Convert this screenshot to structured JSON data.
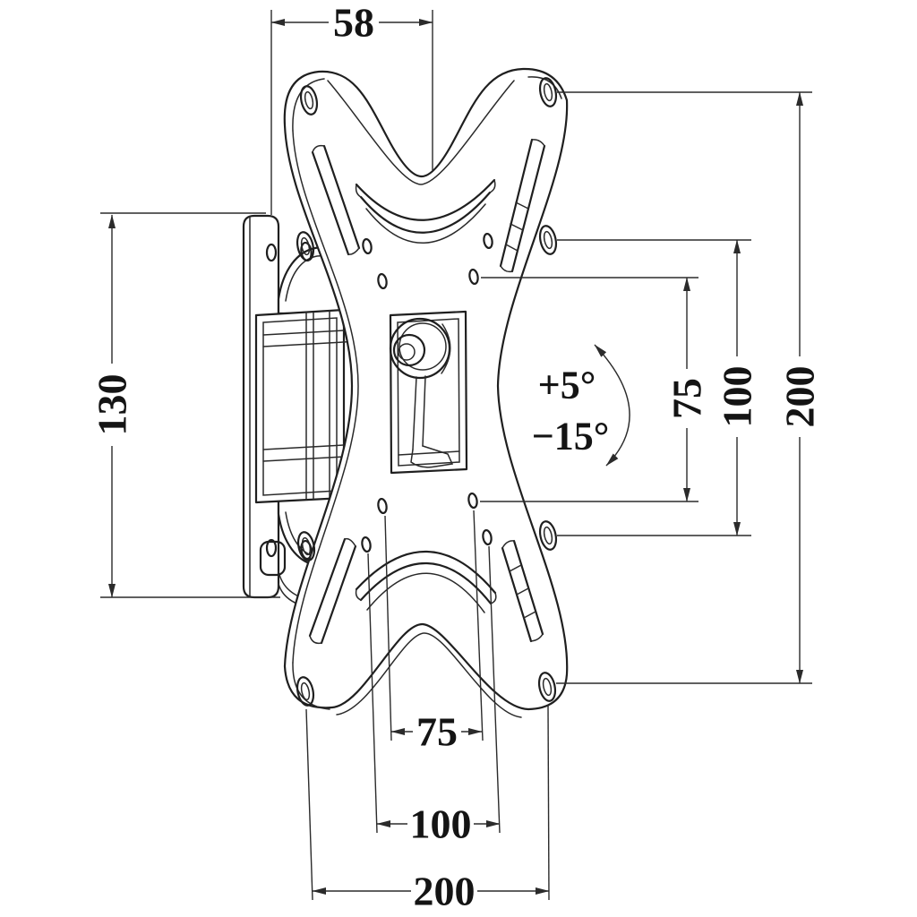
{
  "drawing": {
    "background_color": "#ffffff",
    "line_color": "#1f1f1f",
    "dimension_line_color": "#2b2b2b",
    "dimensions": {
      "top_width": "58",
      "left_height": "130",
      "right_vesa_75": "75",
      "right_vesa_100": "100",
      "right_vesa_200": "200",
      "bottom_vesa_75": "75",
      "bottom_vesa_100": "100",
      "bottom_vesa_200": "200"
    },
    "tilt_angle": {
      "up": "+5°",
      "down": "−15°"
    }
  }
}
